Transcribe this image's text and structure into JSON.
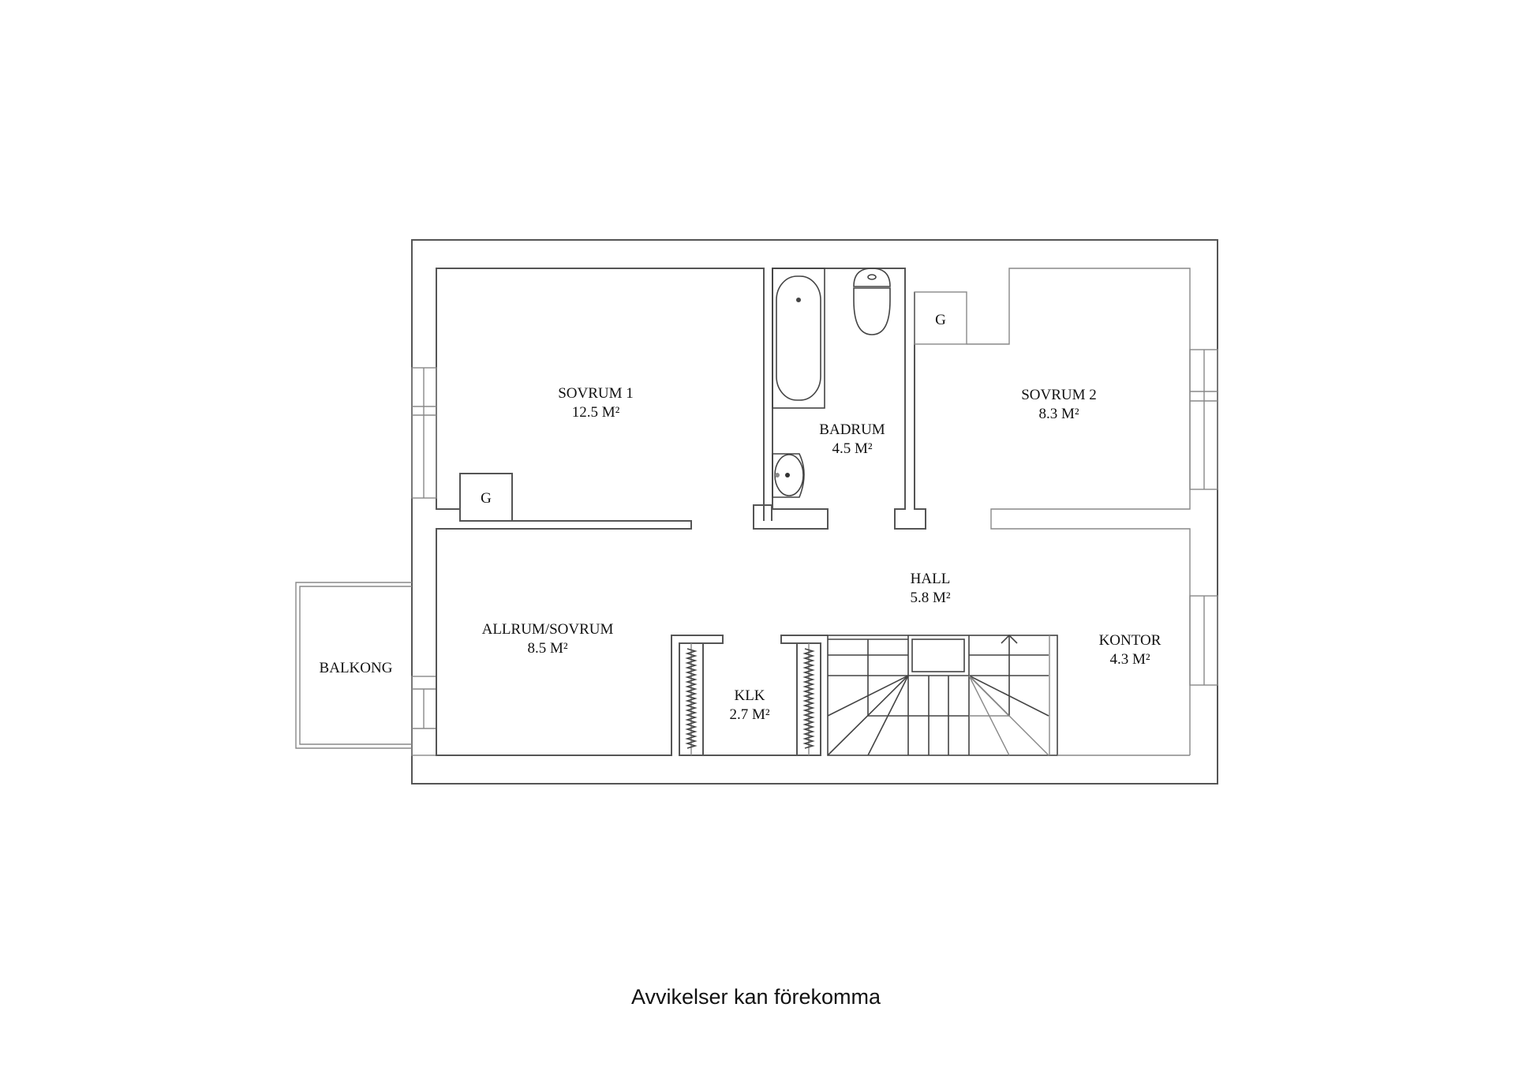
{
  "plan": {
    "rooms": [
      {
        "id": "sovrum1",
        "name": "SOVRUM 1",
        "area": "12.5 M²"
      },
      {
        "id": "badrum",
        "name": "BADRUM",
        "area": "4.5 M²"
      },
      {
        "id": "sovrum2",
        "name": "SOVRUM 2",
        "area": "8.3 M²"
      },
      {
        "id": "hall",
        "name": "HALL",
        "area": "5.8 M²"
      },
      {
        "id": "allrum",
        "name": "ALLRUM/SOVRUM",
        "area": "8.5 M²"
      },
      {
        "id": "klk",
        "name": "KLK",
        "area": "2.7 M²"
      },
      {
        "id": "kontor",
        "name": "KONTOR",
        "area": "4.3 M²"
      },
      {
        "id": "balkong",
        "name": "BALKONG",
        "area": ""
      }
    ],
    "wardrobes": [
      {
        "label": "G"
      },
      {
        "label": "G"
      }
    ]
  },
  "caption": "Avvikelser kan förekomma"
}
